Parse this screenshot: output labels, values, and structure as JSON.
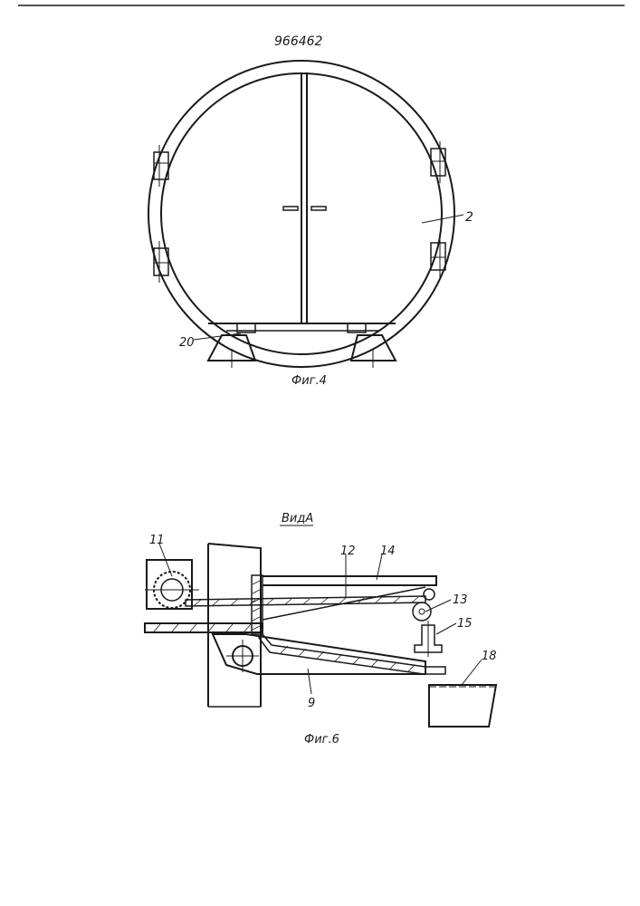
{
  "document": {
    "patent_number": "966462",
    "colors": {
      "ink": "#1a1a1a",
      "paper": "#ffffff"
    }
  },
  "figure4": {
    "caption": "Фиг.4",
    "callouts": {
      "body": "2",
      "support": "20"
    }
  },
  "figure6": {
    "view_title": "ВидА",
    "caption": "Фиг.6",
    "callouts": {
      "drive": "11",
      "belt": "12",
      "frame": "14",
      "roller": "13",
      "clamp": "15",
      "lever": "9",
      "table": "18"
    }
  }
}
